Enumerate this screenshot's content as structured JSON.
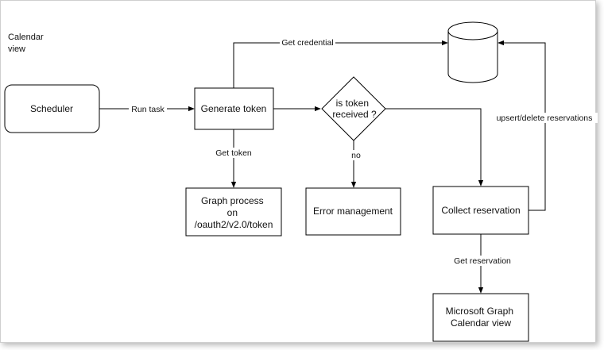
{
  "title": [
    "Calendar",
    "view"
  ],
  "nodes": {
    "scheduler": [
      "Scheduler"
    ],
    "generate_token": [
      "Generate token"
    ],
    "decision": [
      "is token",
      "received ?"
    ],
    "database": [],
    "graph_process": [
      "Graph process",
      "on",
      "/oauth2/v2.0/token"
    ],
    "error_management": [
      "Error management"
    ],
    "collect_reservation": [
      "Collect reservation"
    ],
    "ms_graph": [
      "Microsoft Graph",
      "Calendar view"
    ]
  },
  "edge_labels": {
    "run_task": "Run task",
    "get_credential": "Get credential",
    "get_token": "Get token",
    "no": "no",
    "upsert_delete": "upsert/delete reservations",
    "get_reservation": "Get reservation"
  },
  "colors": {
    "stroke": "#000000",
    "text": "#111111",
    "background": "#ffffff"
  }
}
